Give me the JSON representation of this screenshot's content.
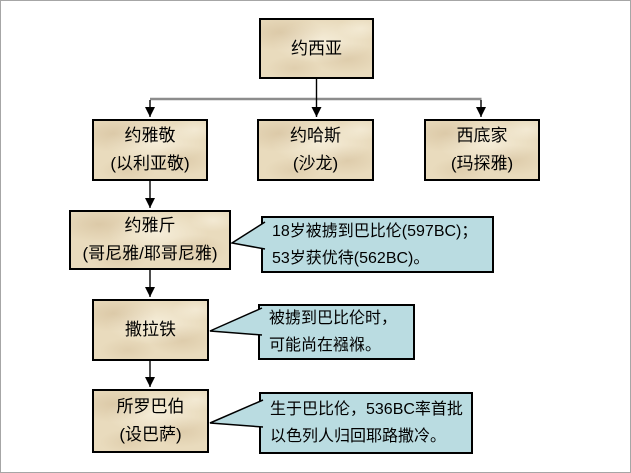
{
  "diagram": {
    "nodes": [
      {
        "name": "约西亚"
      },
      {
        "name": "约雅敬",
        "alias": "(以利亚敬)"
      },
      {
        "name": "约哈斯",
        "alias": "(沙龙)"
      },
      {
        "name": "西底家",
        "alias": "(玛探雅)"
      },
      {
        "name": "约雅斤",
        "alias": "(哥尼雅/耶哥尼雅)"
      },
      {
        "name": "撒拉铁"
      },
      {
        "name": "所罗巴伯",
        "alias": "(设巴萨)"
      }
    ],
    "callouts": [
      {
        "line1": "18岁被掳到巴比伦(597BC)；",
        "line2": "53岁获优待(562BC)。"
      },
      {
        "line1": "被掳到巴比伦时，",
        "line2": "可能尚在襁褓。"
      },
      {
        "line1": "生于巴比伦，536BC率首批",
        "line2": "以色列人归回耶路撒冷。"
      }
    ],
    "colors": {
      "canvas_bg": "#ffffff",
      "frame_border": "#a6a6a6",
      "box_fill": "#e9dbbd",
      "box_border": "#000000",
      "callout_fill": "#badce1",
      "callout_border": "#000000",
      "connector_gray": "#8c8c8c",
      "connector_black": "#000000"
    }
  }
}
